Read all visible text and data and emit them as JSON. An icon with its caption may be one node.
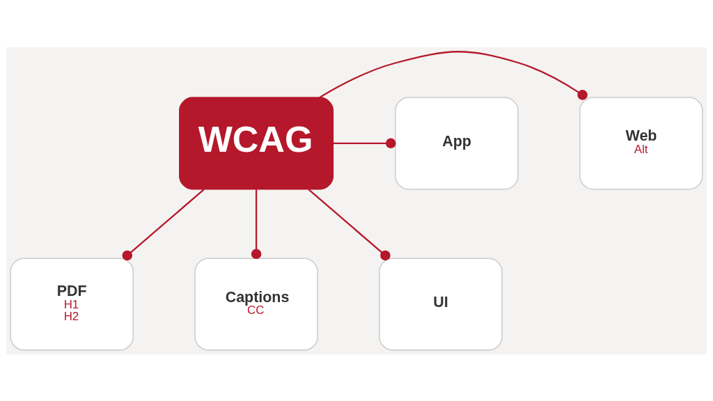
{
  "diagram": {
    "nodes": [
      {
        "text": [
          "Web",
          "Alt"
        ]
      },
      {
        "text": [
          "WCAG"
        ]
      },
      {
        "text": [
          "App"
        ]
      },
      {
        "text": [
          "PDF",
          "H1",
          "H2"
        ]
      },
      {
        "text": [
          "Captions",
          "CC"
        ]
      },
      {
        "text": [
          "UI"
        ]
      }
    ],
    "edges": [
      {
        "from": 1,
        "to": 0,
        "arrow": "other"
      },
      {
        "from": 1,
        "to": 2,
        "arrow": "other"
      },
      {
        "from": 1,
        "to": 3,
        "arrow": "other"
      },
      {
        "from": 1,
        "to": 4,
        "arrow": "other"
      },
      {
        "from": 1,
        "to": 5,
        "arrow": "other"
      }
    ]
  }
}
